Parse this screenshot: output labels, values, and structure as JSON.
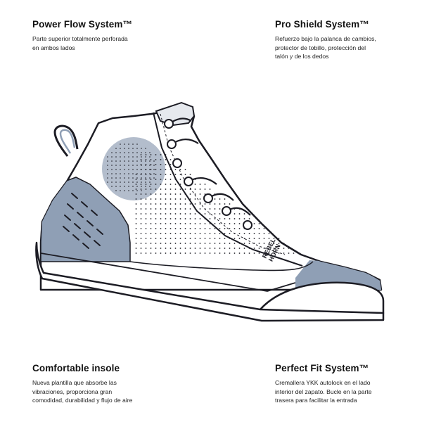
{
  "features": {
    "top_left": {
      "title": "Power Flow System™",
      "lines": [
        "Parte superior totalmente perforada",
        "en ambos lados"
      ]
    },
    "top_right": {
      "title": "Pro Shield System™",
      "lines": [
        "Refuerzo bajo la palanca de cambios,",
        "protector de tobillo, protección del",
        "talón y de los dedos"
      ]
    },
    "bottom_left": {
      "title": "Comfortable insole",
      "lines": [
        "Nueva plantilla que absorbe las",
        "vibraciones, proporciona gran",
        "comodidad, durabilidad y flujo de aire"
      ]
    },
    "bottom_right": {
      "title": "Perfect Fit System™",
      "lines": [
        "Cremallera YKK autolock en el lado",
        "interior del zapato. Bucle en la parte",
        "trasera para facilitar la entrada"
      ]
    }
  },
  "shoe": {
    "logo_text": [
      "REBEL",
      "HORN"
    ],
    "colors": {
      "outline": "#1c1c24",
      "accent": "#8f9fb5",
      "upper": "#ffffff",
      "sole": "#ffffff"
    }
  }
}
